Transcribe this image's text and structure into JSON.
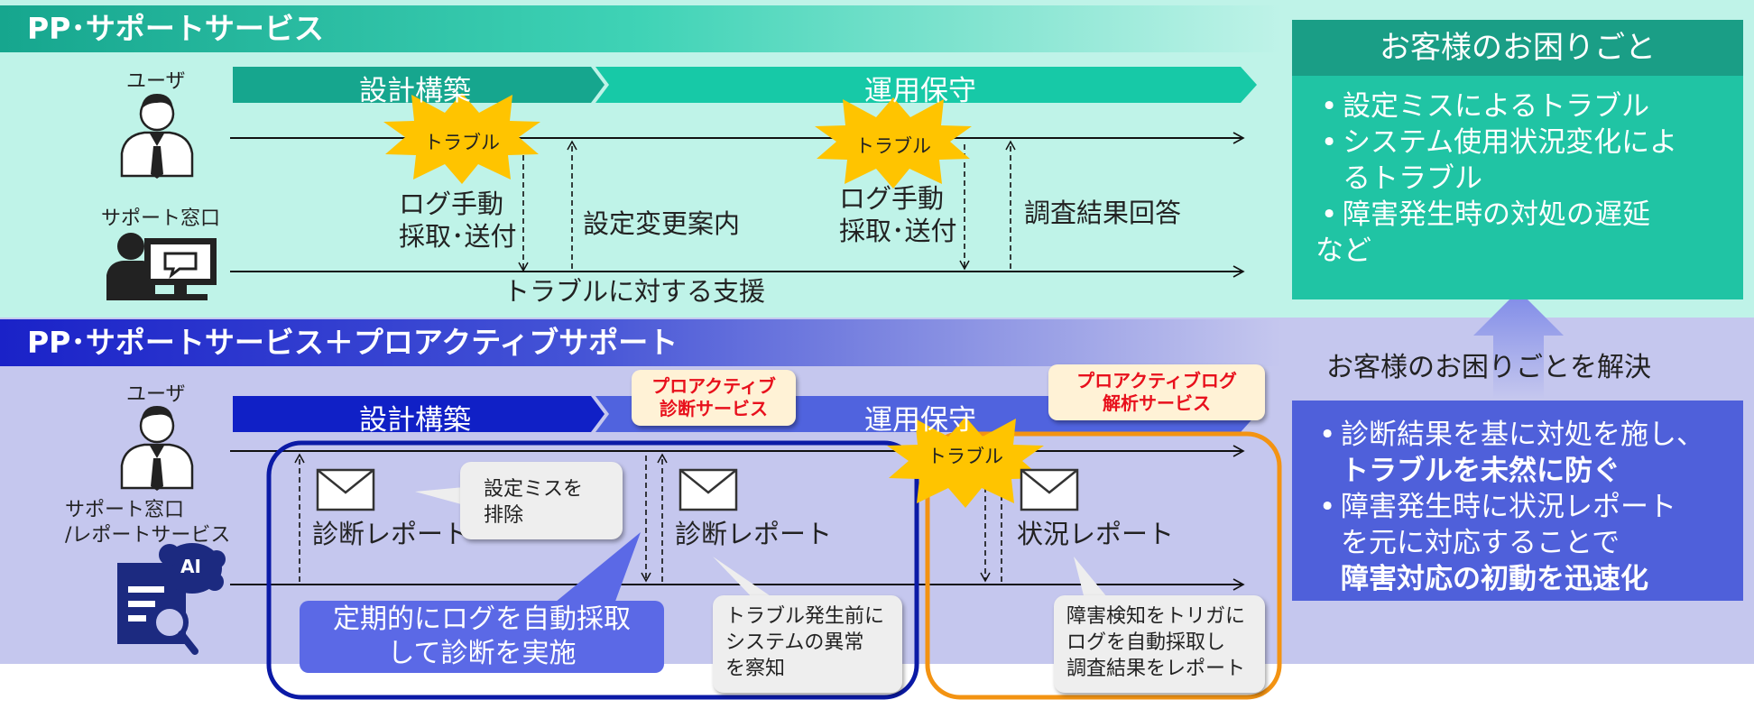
{
  "top": {
    "title": "PP･サポートサービス",
    "user_label": "ユーザ",
    "support_label": "サポート窓口",
    "phase_design": "設計構築",
    "phase_ops": "運用保守",
    "trouble": "トラブル",
    "log_manual_1": "ログ手動",
    "log_manual_2": "採取･送付",
    "setting_change": "設定変更案内",
    "investigation": "調査結果回答",
    "support_text": "トラブルに対する支援"
  },
  "bottom": {
    "title": "PP･サポートサービス＋プロアクティブサポート",
    "user_label": "ユーザ",
    "support_label_1": "サポート窓口",
    "support_label_2": "/レポートサービス",
    "ai_label": "AI",
    "phase_design": "設計構築",
    "phase_ops": "運用保守",
    "tag_diag_1": "プロアクティブ",
    "tag_diag_2": "診断サービス",
    "tag_log_1": "プロアクティブログ",
    "tag_log_2": "解析サービス",
    "trouble": "トラブル",
    "report_1": "診断レポート",
    "report_2": "診断レポート",
    "report_3": "状況レポート",
    "callout_setting_1": "設定ミスを",
    "callout_setting_2": "排除",
    "callout_pre_1": "トラブル発生前に",
    "callout_pre_2": "システムの異常",
    "callout_pre_3": "を察知",
    "callout_fail_1": "障害検知をトリガに",
    "callout_fail_2": "ログを自動採取し",
    "callout_fail_3": "調査結果をレポート",
    "periodic_1": "定期的にログを自動採取",
    "periodic_2": "して診断を実施"
  },
  "panel_trouble": {
    "heading": "お客様のお困りごと",
    "items": [
      "設定ミスによるトラブル",
      "システム使用状況変化によるトラブル",
      "障害発生時の対処の遅延"
    ],
    "item2_line1": "システム使用状況変化によ",
    "item2_line2": "るトラブル",
    "etc": "など"
  },
  "solve_label": "お客様のお困りごとを解決",
  "panel_solution": {
    "item1_line1": "診断結果を基に対処を施し、",
    "item1_line2": "トラブルを未然に防ぐ",
    "item2_line1": "障害発生時に状況レポート",
    "item2_line2": "を元に対応することで",
    "item2_line3": "障害対応の初動を迅速化"
  },
  "colors": {
    "top_band": "#bff3e8",
    "bottom_band": "#c5c7ee",
    "teal_dark": "#16a68e",
    "teal": "#20c4a4",
    "blue_dark": "#1a22c8",
    "blue": "#4f60da",
    "orange": "#f39312",
    "burst": "#ffc400",
    "tag_text": "#e8101c"
  }
}
